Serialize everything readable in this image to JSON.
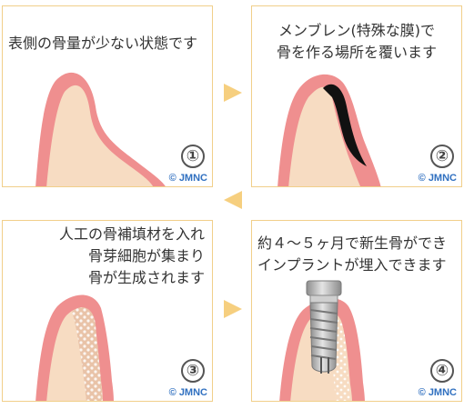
{
  "steps": [
    {
      "number": "①",
      "caption_lines": [
        "表側の骨量が少ない状態です"
      ],
      "copyright": "© JMNC"
    },
    {
      "number": "②",
      "caption_lines": [
        "メンブレン(特殊な膜)で",
        "骨を作る場所を覆います"
      ],
      "copyright": "© JMNC"
    },
    {
      "number": "③",
      "caption_lines": [
        "人工の骨補填材を入れ",
        "骨芽細胞が集まり",
        "骨が生成されます"
      ],
      "copyright": "© JMNC"
    },
    {
      "number": "④",
      "caption_lines": [
        "約４～５ヶ月で新生骨ができ",
        "インプラントが埋入できます"
      ],
      "copyright": "© JMNC"
    }
  ],
  "colors": {
    "bone": "#f7dcc2",
    "gum": "#ef8f8f",
    "gum_outline": "#df6f73",
    "membrane": "#111111",
    "panel_border": "#f1cf8a",
    "arrow": "#f6cf7f",
    "implant": "#b5b5b5"
  }
}
